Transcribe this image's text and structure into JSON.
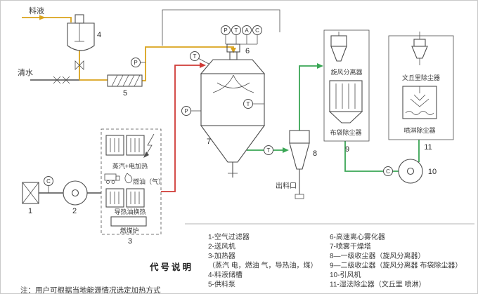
{
  "colors": {
    "feed": "#d9a21b",
    "hot": "#cf3a36",
    "exhaust": "#3aa655",
    "line": "#4d4d4d"
  },
  "streams": {
    "feed_liquid": "料液",
    "clean_water": "清水",
    "discharge_port": "出料口"
  },
  "numbers": [
    "1",
    "2",
    "3",
    "4",
    "5",
    "6",
    "7",
    "8",
    "9",
    "10",
    "11"
  ],
  "instruments": {
    "pressure": "P",
    "temperature": "T",
    "analysis": "A",
    "control": "C"
  },
  "heater_box": {
    "steam_electric": "蒸汽+电加热",
    "fuel_oil_gas": "燃油（气）",
    "thermal_oil": "导热油换热",
    "coal_furnace": "燃煤炉"
  },
  "collector9": {
    "cyclone": "旋风分离器",
    "bag_filter": "布袋除尘器"
  },
  "collector11": {
    "venturi": "文丘里除尘器",
    "spray": "喷淋除尘器"
  },
  "legend": {
    "title": "代号说明",
    "column1": [
      "1-空气过滤器",
      "2-送风机",
      "3-加热器",
      "（蒸汽 电，燃油 气，导热油，煤）",
      "4-料液储槽",
      "5-供料泵"
    ],
    "column2": [
      "6-高速离心雾化器",
      "7-喷雾干燥塔",
      "8—一级收尘器（旋风分离器）",
      "9—二级收尘器（旋风分离器 布袋除尘器）",
      "10-引风机",
      "11-湿法除尘器（文丘里 喷淋）"
    ]
  },
  "note": "注：用户可根据当地能源情况选定加热方式"
}
